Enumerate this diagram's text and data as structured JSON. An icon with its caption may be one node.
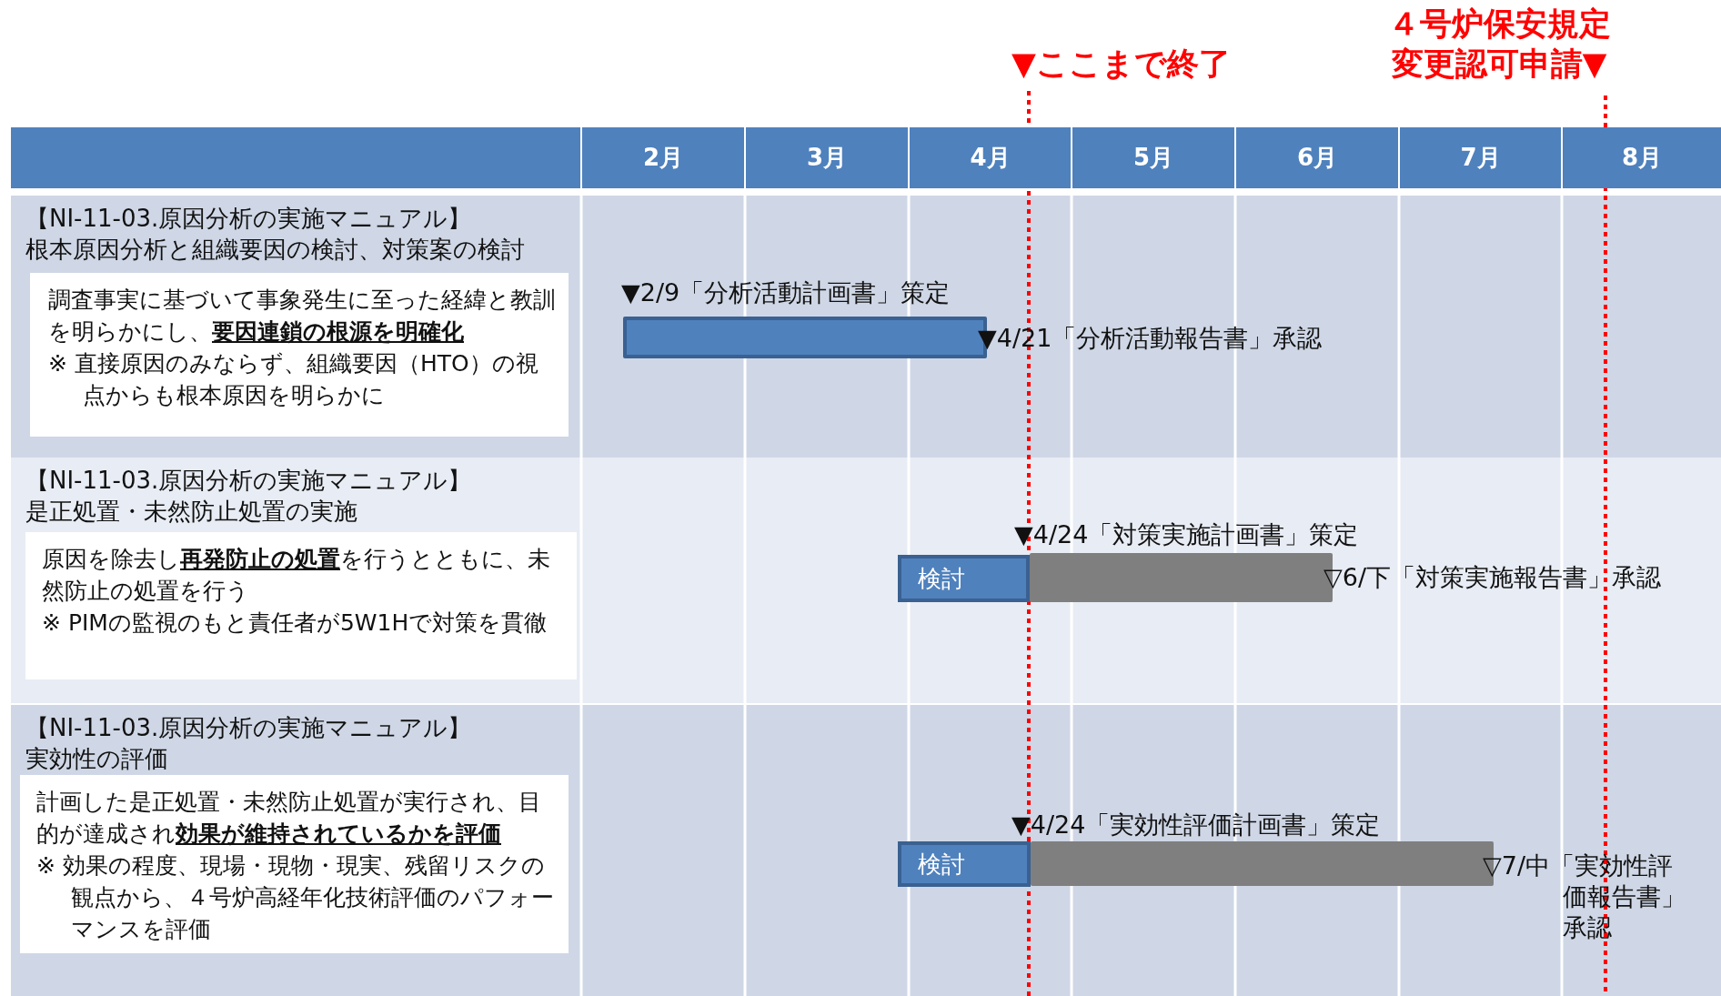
{
  "diagram": {
    "nodes": [
      {
        "text": [
          "2月"
        ]
      },
      {
        "text": [
          "3月"
        ]
      },
      {
        "text": [
          "4月"
        ]
      },
      {
        "text": [
          "5月"
        ]
      },
      {
        "text": [
          "6月"
        ]
      },
      {
        "text": [
          "7月"
        ]
      },
      {
        "text": [
          "8月"
        ]
      },
      {
        "text": [
          "【NI-11-03.原因分析の実施マニュアル】",
          "根本原因分析と組織要因の検討、対策案の検討"
        ]
      },
      {
        "text": [
          "調査事実に基づいて事象発生に至った経緯と教訓を明らかにし、**要因連鎖の根源を明確化**",
          "※ 直接原因のみならず、組織要因（HTO）の視点からも根本原因を明らかに"
        ],
        "in": 7
      },
      {
        "text": [],
        "shape": "bar",
        "beside": [
          "▼2/9「分析活動計画書」策定",
          "▼4/21「分析活動報告書」承認"
        ]
      },
      {
        "text": [
          "【NI-11-03.原因分析の実施マニュアル】",
          "是正処置・未然防止処置の実施"
        ]
      },
      {
        "text": [
          "原因を除去し**再発防止の処置**を行うとともに、未然防止の処置を行う",
          "※ PIMの監視のもと責任者が5W1Hで対策を貫徹"
        ],
        "in": 10
      },
      {
        "text": [
          "検討"
        ]
      },
      {
        "text": [],
        "shape": "bar",
        "beside": [
          "▼4/24「対策実施計画書」策定",
          "▽6/下「対策実施報告書」承認"
        ]
      },
      {
        "text": [
          "【NI-11-03.原因分析の実施マニュアル】",
          "実効性の評価"
        ]
      },
      {
        "text": [
          "計画した是正処置・未然防止処置が実行され、目的が達成され**効果が維持されているかを評価**",
          "※ 効果の程度、現場・現物・現実、残留リスクの観点から、４号炉高経年化技術評価のパフォーマンスを評価"
        ],
        "in": 14
      },
      {
        "text": [
          "検討"
        ]
      },
      {
        "text": [],
        "shape": "bar",
        "beside": [
          "▼4/24「実効性評価計画書」策定",
          "▽7/中「実効性評価報告書」承認"
        ]
      }
    ],
    "labels": [
      "▼ここまで終了",
      "４号炉保安規定変更認可申請▼"
    ]
  }
}
